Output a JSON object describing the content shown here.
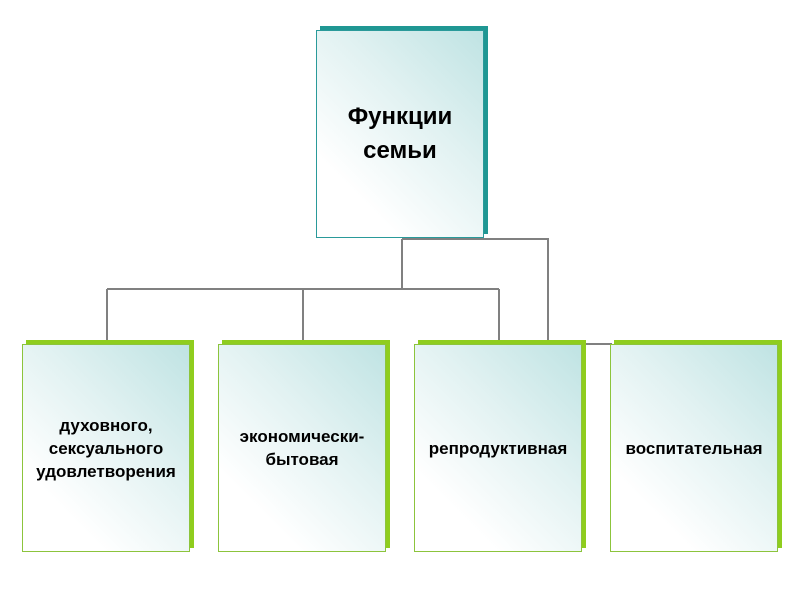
{
  "diagram": {
    "root": {
      "label": "Функции\nсемьи"
    },
    "children": [
      {
        "label": "духовного,\nсексуального\nудовлетворения"
      },
      {
        "label": "экономически-\nбытовая"
      },
      {
        "label": "репродуктивная"
      },
      {
        "label": "воспитательная"
      }
    ],
    "colors": {
      "root_border": "#2a9a9a",
      "root_shadow": "#1f9793",
      "child_border": "#8cc43c",
      "child_shadow": "#8fcd1e",
      "fill_tint": "#bfe3e3",
      "connector": "#808080"
    }
  }
}
